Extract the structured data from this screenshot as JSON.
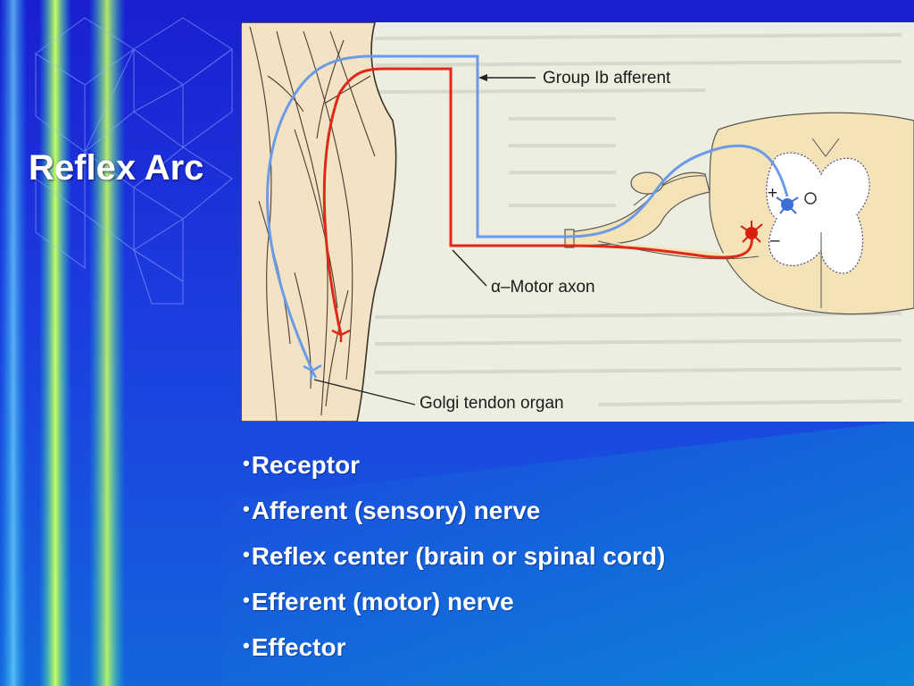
{
  "slide": {
    "title": "Reflex Arc",
    "bullets": [
      "Receptor",
      "Afferent (sensory) nerve",
      "Reflex center (brain or spinal cord)",
      "Efferent (motor) nerve",
      "Effector"
    ],
    "bullet_symbol": "•"
  },
  "figure": {
    "labels": {
      "afferent": "Group Ib afferent",
      "motor": "α–Motor axon",
      "organ": "Golgi tendon organ",
      "plus": "+",
      "minus": "–"
    }
  },
  "colors": {
    "background": "#1c3ce0",
    "afferent_fiber": "#6a9ae8",
    "motor_fiber": "#e02818",
    "text": "#ffffff"
  }
}
